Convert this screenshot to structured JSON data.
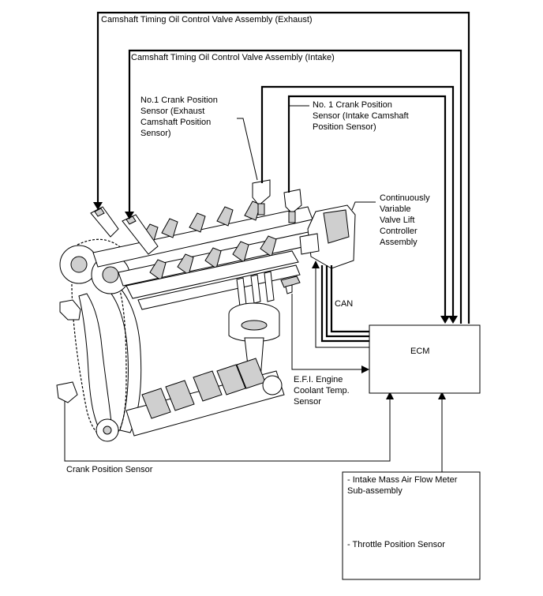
{
  "labels": {
    "ocv_exhaust": "Camshaft Timing Oil Control Valve Assembly (Exhaust)",
    "ocv_intake": "Camshaft Timing Oil Control Valve Assembly (Intake)",
    "crank_sensor_exhaust": [
      "No.1 Crank Position",
      "Sensor (Exhaust",
      "Camshaft Position",
      "Sensor)"
    ],
    "crank_sensor_intake": [
      "No. 1 Crank Position",
      "Sensor (Intake Camshaft",
      "Position Sensor)"
    ],
    "cvvl_controller": [
      "Continuously",
      "Variable",
      "Valve Lift",
      "Controller",
      "Assembly"
    ],
    "can": "CAN",
    "ecm": "ECM",
    "coolant_sensor": [
      "E.F.I. Engine",
      "Coolant Temp.",
      "Sensor"
    ],
    "crank_position_sensor": "Crank Position Sensor",
    "sensor_box": {
      "item1": [
        "- Intake Mass Air Flow Meter",
        "Sub-assembly"
      ],
      "item2": "- Throttle Position Sensor"
    }
  }
}
